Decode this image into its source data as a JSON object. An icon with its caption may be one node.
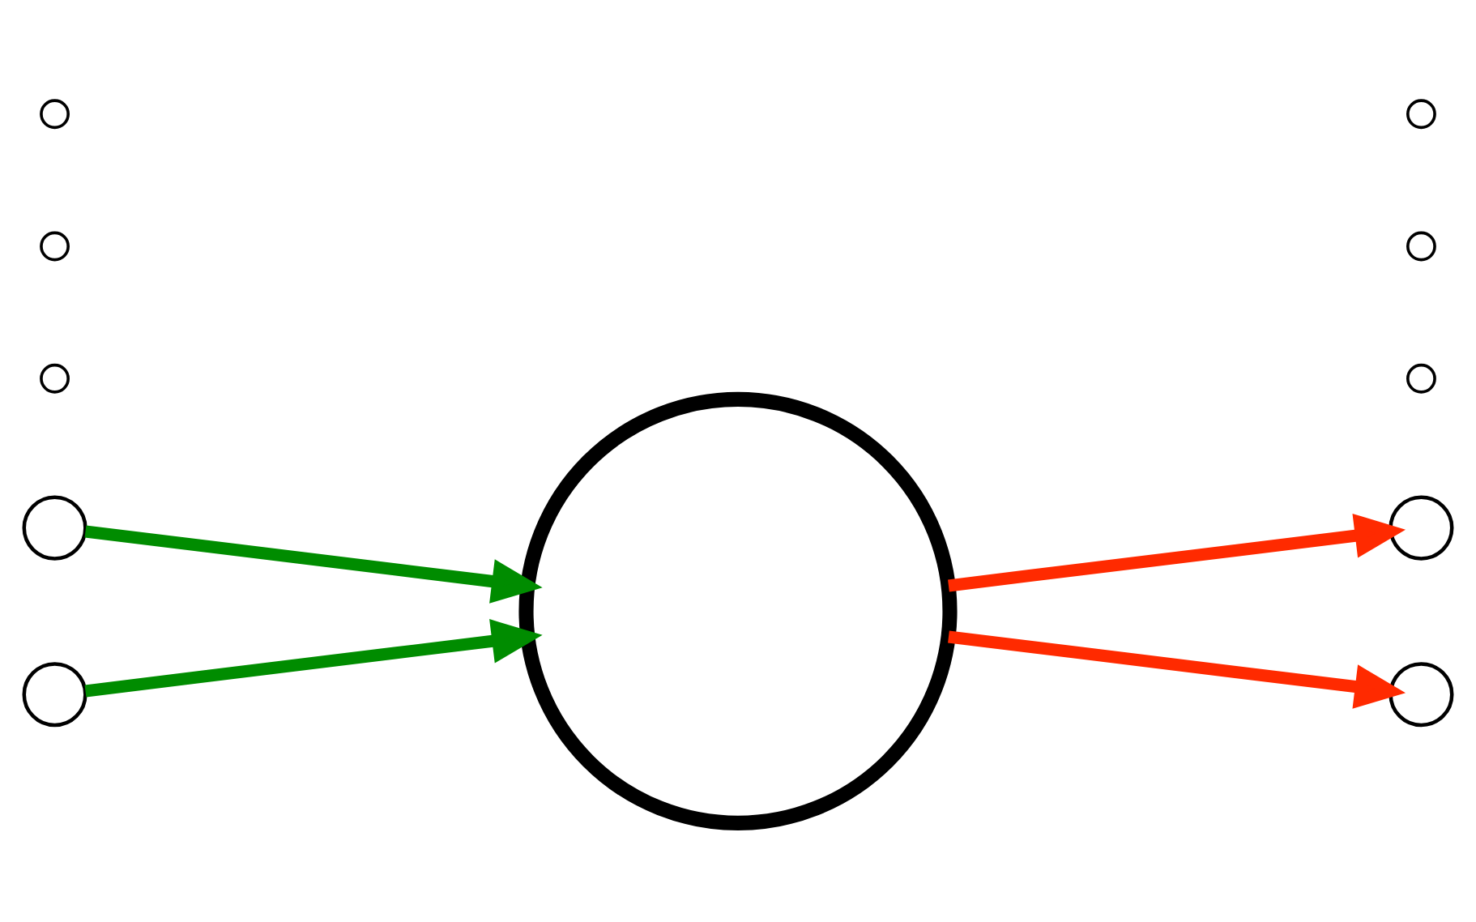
{
  "diagram": {
    "nodes": [
      {
        "text": [],
        "shape": "circle"
      },
      {
        "text": [],
        "shape": "circle"
      },
      {
        "text": [],
        "shape": "circle"
      },
      {
        "text": [],
        "shape": "circle"
      },
      {
        "text": [],
        "shape": "circle"
      },
      {
        "text": [],
        "shape": "circle"
      },
      {
        "text": [],
        "shape": "circle"
      },
      {
        "text": [],
        "shape": "circle"
      },
      {
        "text": [],
        "shape": "circle"
      },
      {
        "text": [],
        "shape": "circle"
      },
      {
        "text": [],
        "shape": "circle"
      }
    ],
    "edges": [
      {
        "from": 0,
        "to": 5,
        "arrow": "to",
        "color": "#008c00"
      },
      {
        "from": 9,
        "to": 5,
        "arrow": "to",
        "color": "#008c00"
      },
      {
        "from": 5,
        "to": 1,
        "arrow": "to",
        "color": "#ff2a00"
      },
      {
        "from": 5,
        "to": 10,
        "arrow": "to",
        "color": "#ff2a00"
      }
    ]
  }
}
